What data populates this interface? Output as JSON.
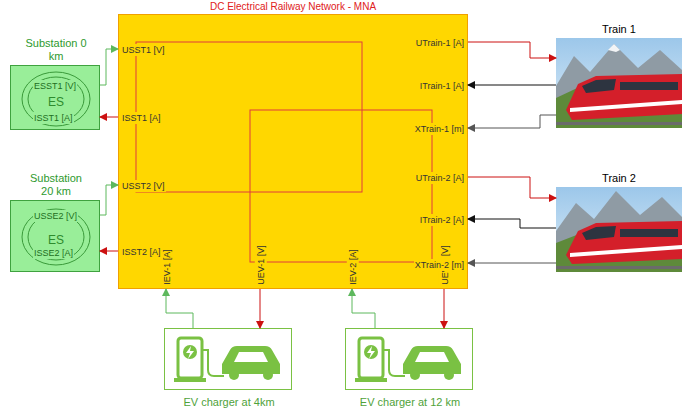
{
  "diagram": {
    "title": "DC Electrical Railway Network - MNA",
    "nodes": [
      {
        "text": [
          "USST1 [V]",
          "ISST1 [A]",
          "USST2 [V]",
          "ISST2 [A]",
          "IEV-1 [A]",
          "UEV-1 [V]",
          "IEV-2 [A]",
          "UEV-2 [V]",
          "UTrain-1 [A]",
          "ITrain-1 [A]",
          "XTrain-1 [m]",
          "UTrain-2 [A]",
          "ITrain-2 [A]",
          "XTrain-2 [m]"
        ]
      },
      {
        "text": [
          "Substation 0 km",
          "ESST1 [V]",
          "ISST1 [A]"
        ]
      },
      {
        "text": [
          "ES"
        ],
        "in": 1
      },
      {
        "text": [
          "Substation 20 km",
          "USSE2 [V]",
          "ISSE2 [A]"
        ]
      },
      {
        "text": [
          "ES"
        ],
        "in": 3
      },
      {
        "text": [
          "Train 1"
        ]
      },
      {
        "text": [
          "Train 2"
        ]
      },
      {
        "text": [
          "EV charger at 4km"
        ]
      },
      {
        "text": [
          "EV charger at 12 km"
        ]
      }
    ],
    "edges": [
      {
        "from": 1,
        "to": 0,
        "arrow": "to"
      },
      {
        "from": 0,
        "to": 1,
        "arrow": "to"
      },
      {
        "from": 3,
        "to": 0,
        "arrow": "to"
      },
      {
        "from": 0,
        "to": 3,
        "arrow": "to"
      },
      {
        "from": 0,
        "to": 5,
        "arrow": "to"
      },
      {
        "from": 5,
        "to": 0,
        "arrow": "to"
      },
      {
        "from": 5,
        "to": 0,
        "arrow": "to"
      },
      {
        "from": 0,
        "to": 6,
        "arrow": "to"
      },
      {
        "from": 6,
        "to": 0,
        "arrow": "to"
      },
      {
        "from": 6,
        "to": 0,
        "arrow": "to"
      },
      {
        "from": 7,
        "to": 0,
        "arrow": "to"
      },
      {
        "from": 0,
        "to": 7,
        "arrow": "to"
      },
      {
        "from": 8,
        "to": 0,
        "arrow": "to"
      },
      {
        "from": 0,
        "to": 8,
        "arrow": "to"
      }
    ]
  }
}
